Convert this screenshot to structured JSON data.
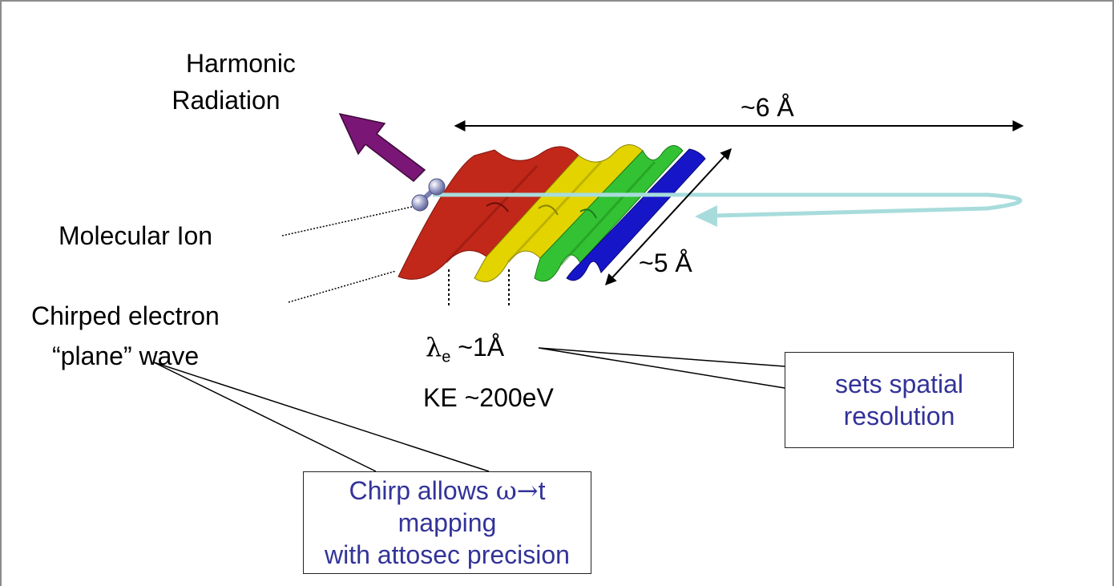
{
  "labels": {
    "harmonic_line1": "Harmonic",
    "harmonic_line2": "Radiation",
    "width_dimension": "~6 Å",
    "depth_dimension": "~5 Å",
    "molecular_ion": "Molecular Ion",
    "chirped_line1": "Chirped electron",
    "chirped_line2": "“plane” wave",
    "wavelength_symbol": "λ",
    "wavelength_subscript": "e",
    "wavelength_value": " ~1Å",
    "kinetic_energy": "KE ~200eV"
  },
  "callouts": {
    "spatial_line1": "sets spatial",
    "spatial_line2": "resolution",
    "chirp_line1_a": "Chirp allows ",
    "chirp_omega": "ω",
    "chirp_arrow": "→",
    "chirp_line1_b": "t mapping",
    "chirp_line2": "with attosec precision"
  },
  "colors": {
    "callout_text": "#333399",
    "wave_red": "#c1281a",
    "wave_yellow": "#e3d400",
    "wave_green": "#33c233",
    "wave_blue": "#1616c8",
    "radiation_arrow": "#7a1675",
    "electron_trajectory": "#a8dcdc"
  }
}
